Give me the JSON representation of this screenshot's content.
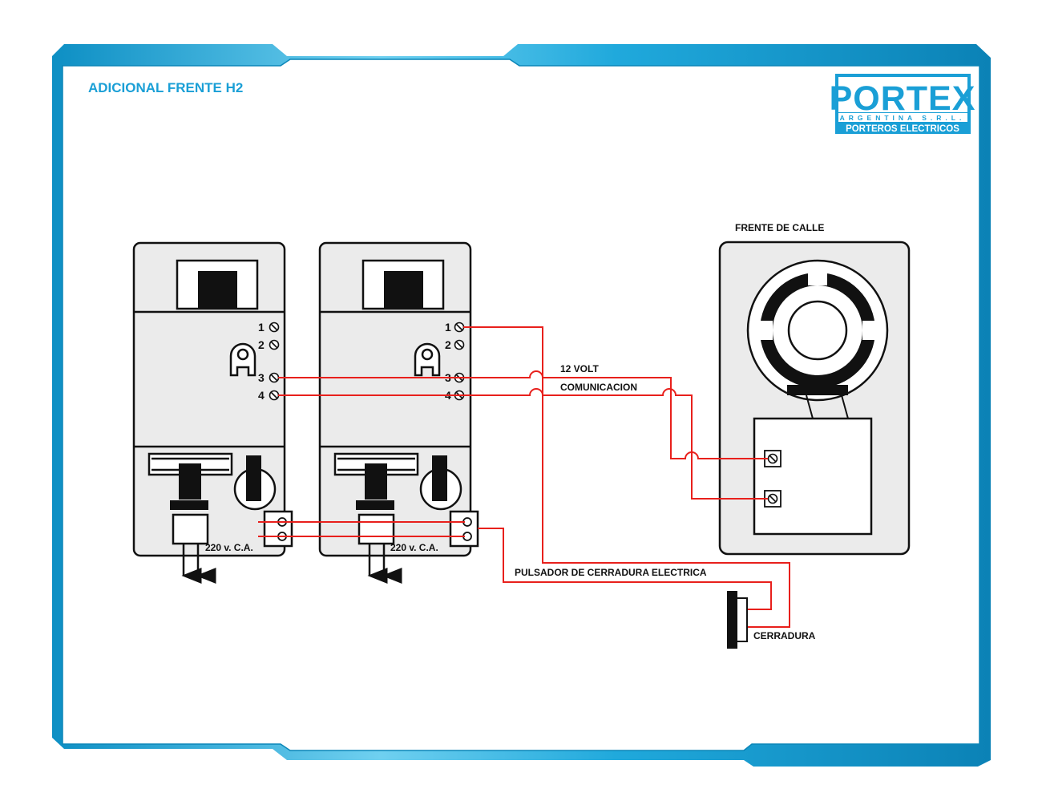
{
  "title": "ADICIONAL FRENTE H2",
  "logo": {
    "brand": "PORTEX",
    "line2": "ARGENTINA S.R.L.",
    "line3": "PORTEROS ELECTRICOS"
  },
  "colors": {
    "frame": "#1aa8d8",
    "frame_dark": "#0b86b8",
    "title": "#1a9fd6",
    "wire": "#e8201c",
    "stroke": "#111111",
    "device_fill": "#ebebeb"
  },
  "unit_left": {
    "terminals": [
      "1",
      "2",
      "3",
      "4"
    ],
    "power_label": "220 v. C.A."
  },
  "unit_right": {
    "terminals": [
      "1",
      "2",
      "3",
      "4"
    ],
    "power_label": "220 v. C.A."
  },
  "street_panel": {
    "title": "FRENTE DE CALLE"
  },
  "wire_labels": {
    "volt": "12 VOLT",
    "comm": "COMUNICACION",
    "button": "PULSADOR DE CERRADURA ELECTRICA"
  },
  "lock": {
    "label": "CERRADURA"
  }
}
